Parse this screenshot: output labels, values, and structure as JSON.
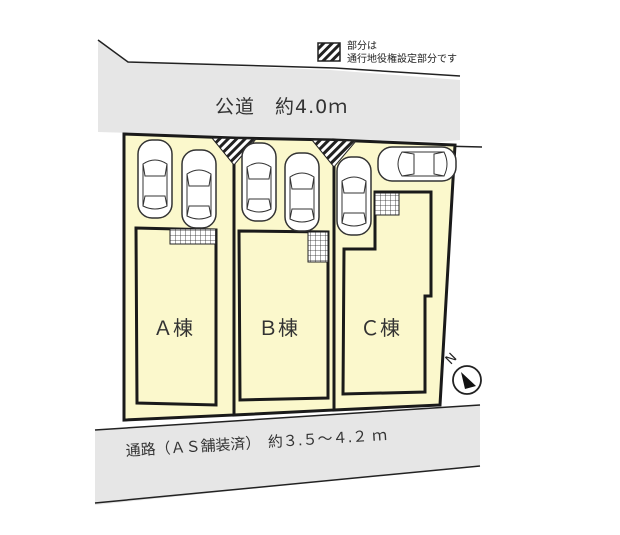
{
  "legend": {
    "line1": "部分は",
    "line2": "通行地役権設定部分です"
  },
  "roads": {
    "public_road": "公道　約4.0ｍ",
    "passage": "通路（ＡＳ舗装済）　約３.５～４.２ ｍ"
  },
  "lots": [
    {
      "label": "Ａ棟"
    },
    {
      "label": "Ｂ棟"
    },
    {
      "label": "Ｃ棟"
    }
  ],
  "compass": {
    "north_label": "N"
  },
  "colors": {
    "lot_fill": "#fbf8cc",
    "road_fill": "#e6e6e6",
    "outline": "#1a1a1a"
  }
}
